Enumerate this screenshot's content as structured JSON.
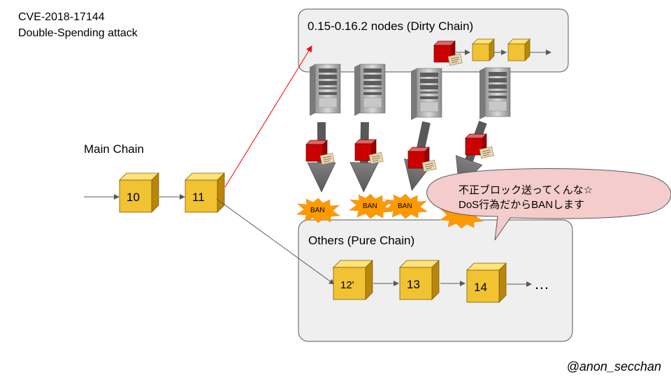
{
  "title": {
    "line1": "CVE-2018-17144",
    "line2": "Double-Spending attack"
  },
  "main_chain": {
    "label": "Main Chain",
    "blocks": [
      "10",
      "11"
    ]
  },
  "dirty_chain": {
    "label": "0.15-0.16.2 nodes (Dirty Chain)"
  },
  "pure_chain": {
    "label": "Others (Pure Chain)",
    "blocks": [
      "12'",
      "13",
      "14"
    ],
    "ellipsis": "…"
  },
  "ban_label": "BAN",
  "speech_bubble": {
    "line1": "不正ブロック送ってくんな☆",
    "line2": "DoS行為だからBANします"
  },
  "credit": "@anon_secchan",
  "colors": {
    "block_yellow": "#F1C232",
    "bad_block_red": "#CC0000",
    "attack_arrow": "#FF0000",
    "ban_orange": "#FF9900",
    "bubble_fill": "#F4CCCC",
    "panel_fill": "#EFEFEF"
  }
}
